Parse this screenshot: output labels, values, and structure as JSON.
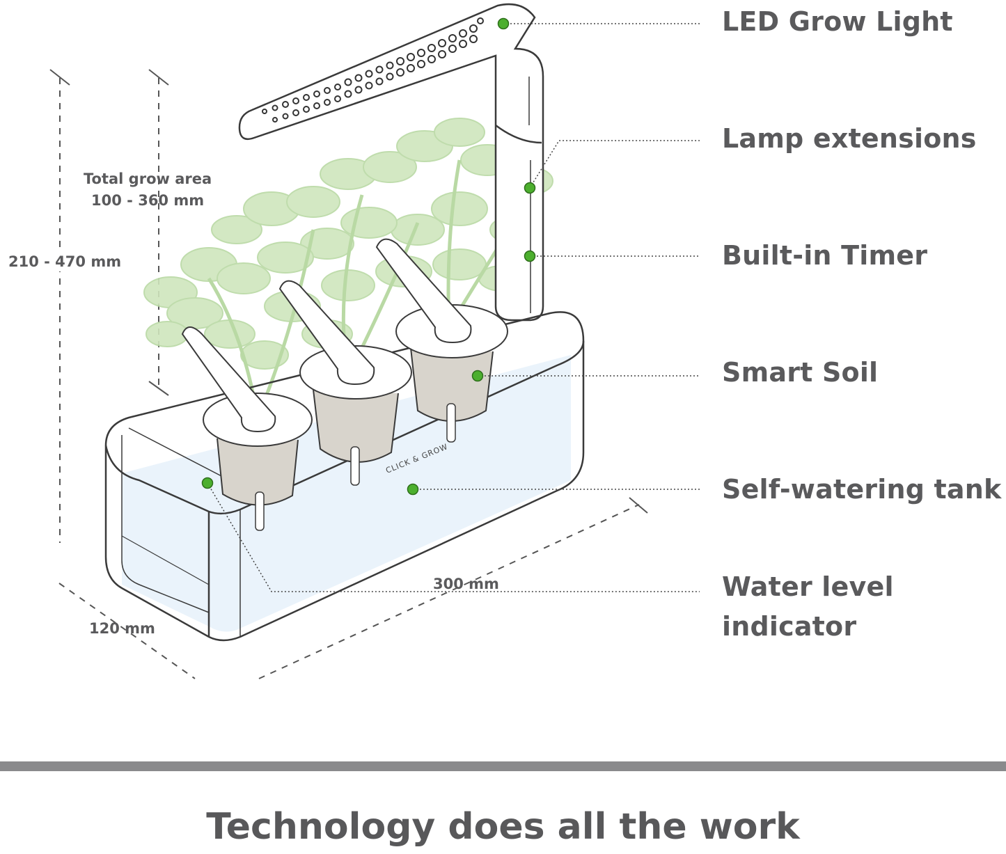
{
  "callouts": [
    {
      "id": "led",
      "label": "LED Grow Light"
    },
    {
      "id": "lamp",
      "label": "Lamp extensions"
    },
    {
      "id": "timer",
      "label": "Built-in Timer"
    },
    {
      "id": "soil",
      "label": "Smart Soil"
    },
    {
      "id": "tank",
      "label": "Self-watering tank"
    },
    {
      "id": "water",
      "label_line1": "Water level",
      "label_line2": "indicator"
    }
  ],
  "dimensions": {
    "grow_area_line1": "Total grow area",
    "grow_area_line2": "100 - 360 mm",
    "height": "210 - 470 mm",
    "length": "300 mm",
    "width": "120 mm"
  },
  "brand_text": "CLICK & GROW",
  "footer": {
    "title": "Technology does all the work"
  },
  "colors": {
    "marker": "#4caf2e",
    "leaf": "#cfe6bd",
    "leaf_edge": "#b9d9a4",
    "water": "#eaf3fb",
    "outline": "#3a3a3a",
    "text": "#58585a",
    "bar": "#8a8a8c"
  }
}
